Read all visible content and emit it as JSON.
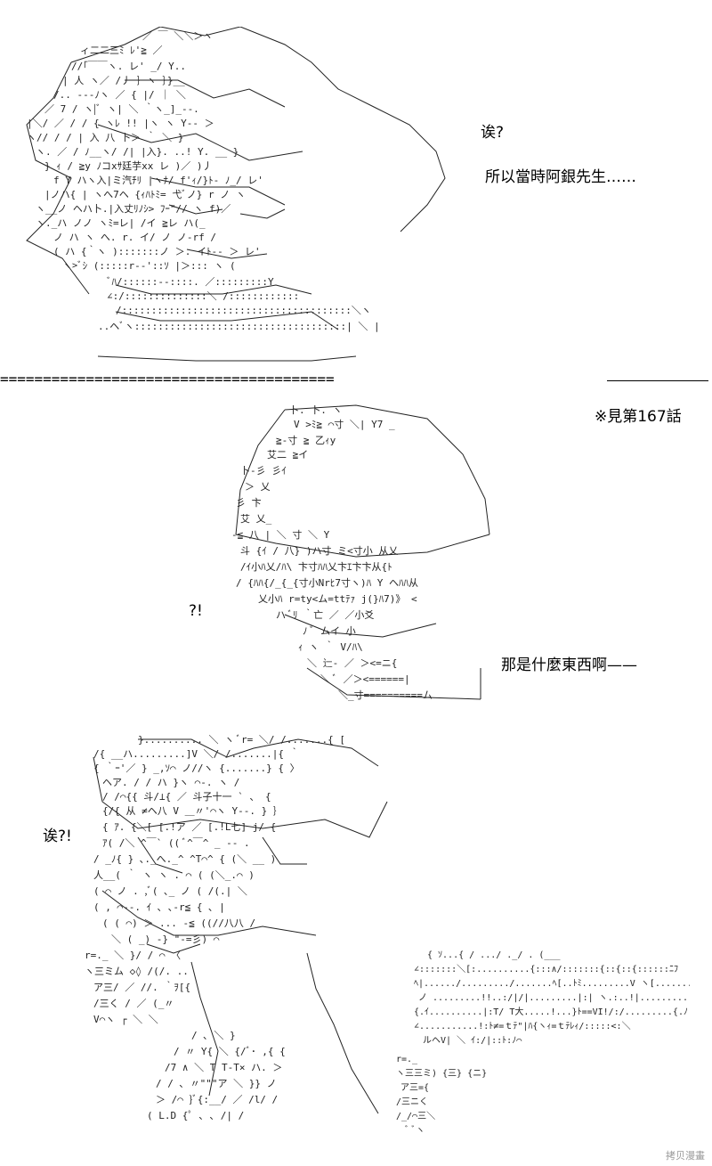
{
  "panel1": {
    "lines": [
      "诶?",
      "所以當時阿銀先生……"
    ]
  },
  "divider": {
    "text": "======================================="
  },
  "panel2": {
    "reference_note": "※見第167話",
    "exclamation": "?!",
    "line": "那是什麼東西啊——"
  },
  "panel3": {
    "exclamation": "诶?!"
  },
  "watermark": "拷贝漫畫",
  "colors": {
    "background": "#ffffff",
    "text": "#000000",
    "watermark": "#999999"
  }
}
